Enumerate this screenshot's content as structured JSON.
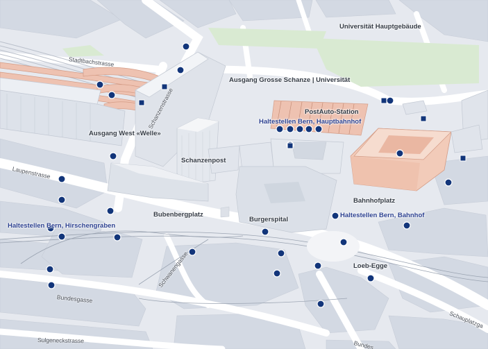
{
  "map": {
    "place_labels": {
      "universitaet": "Universität Hauptgebäude",
      "ausgang_grosse_schanze": "Ausgang Grosse Schanze | Universität",
      "postauto": "PostAuto-Station",
      "ausgang_west": "Ausgang West «Welle»",
      "schanzenpost": "Schanzenpost",
      "bahnhofplatz": "Bahnhofplatz",
      "bubenbergplatz": "Bubenbergplatz",
      "burgerspital": "Burgerspital",
      "loeb_egge": "Loeb-Egge"
    },
    "stop_labels": {
      "hauptbahnhof": "Haltestellen Bern, Hauptbahnhof",
      "hirschengraben": "Haltestellen Bern, Hirschengraben",
      "bahnhof": "Haltestellen Bern, Bahnhof"
    },
    "street_labels": {
      "stadtbachstrasse": "Stadtbachstrasse",
      "schanzenstrasse": "Schanzenstrasse",
      "laupenstrasse": "Laupenstrasse",
      "schwanengasse": "Schwanengasse",
      "bundesgasse": "Bundesgasse",
      "sulgeneckstrasse": "Sulgeneckstrasse",
      "schauplatzgasse": "Schauplatzga",
      "bundesgasse_2": "Bundes"
    },
    "colors": {
      "marker": "#12357a",
      "highlight_building": "#f0cdbd",
      "building": "#d6dbe4",
      "park": "#dcebd6",
      "stop_text": "#2a3f8f"
    },
    "icons": {
      "stop_marker": "circle-pin-icon",
      "entrance_marker": "square-pin-icon"
    }
  }
}
